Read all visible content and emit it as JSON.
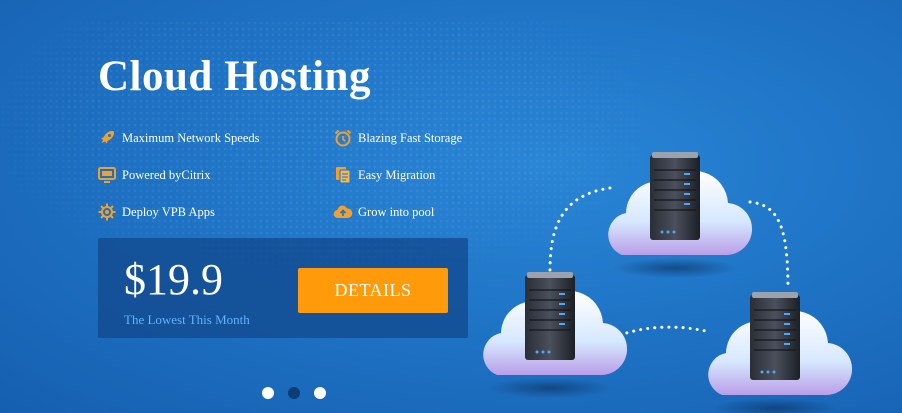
{
  "hero": {
    "title": "Cloud Hosting",
    "features": [
      {
        "label": "Maximum Network Speeds",
        "icon": "rocket-icon"
      },
      {
        "label": "Blazing Fast Storage",
        "icon": "alarm-clock-icon"
      },
      {
        "label": "Powered byCitrix",
        "icon": "monitor-icon"
      },
      {
        "label": "Easy Migration",
        "icon": "copy-documents-icon"
      },
      {
        "label": "Deploy VPB Apps",
        "icon": "gear-icon"
      },
      {
        "label": "Grow into pool",
        "icon": "cloud-upload-icon"
      }
    ],
    "price": "$19.9",
    "price_subtitle": "The Lowest This Month",
    "details_label": "DETAILS",
    "slider": {
      "count": 3,
      "active": 2
    }
  },
  "colors": {
    "background": "#1f74c6",
    "accent_orange": "#ff9a0a",
    "price_box": "#12488c",
    "subtitle_blue": "#5fb5ff",
    "icon_orange": "#f0a030"
  }
}
